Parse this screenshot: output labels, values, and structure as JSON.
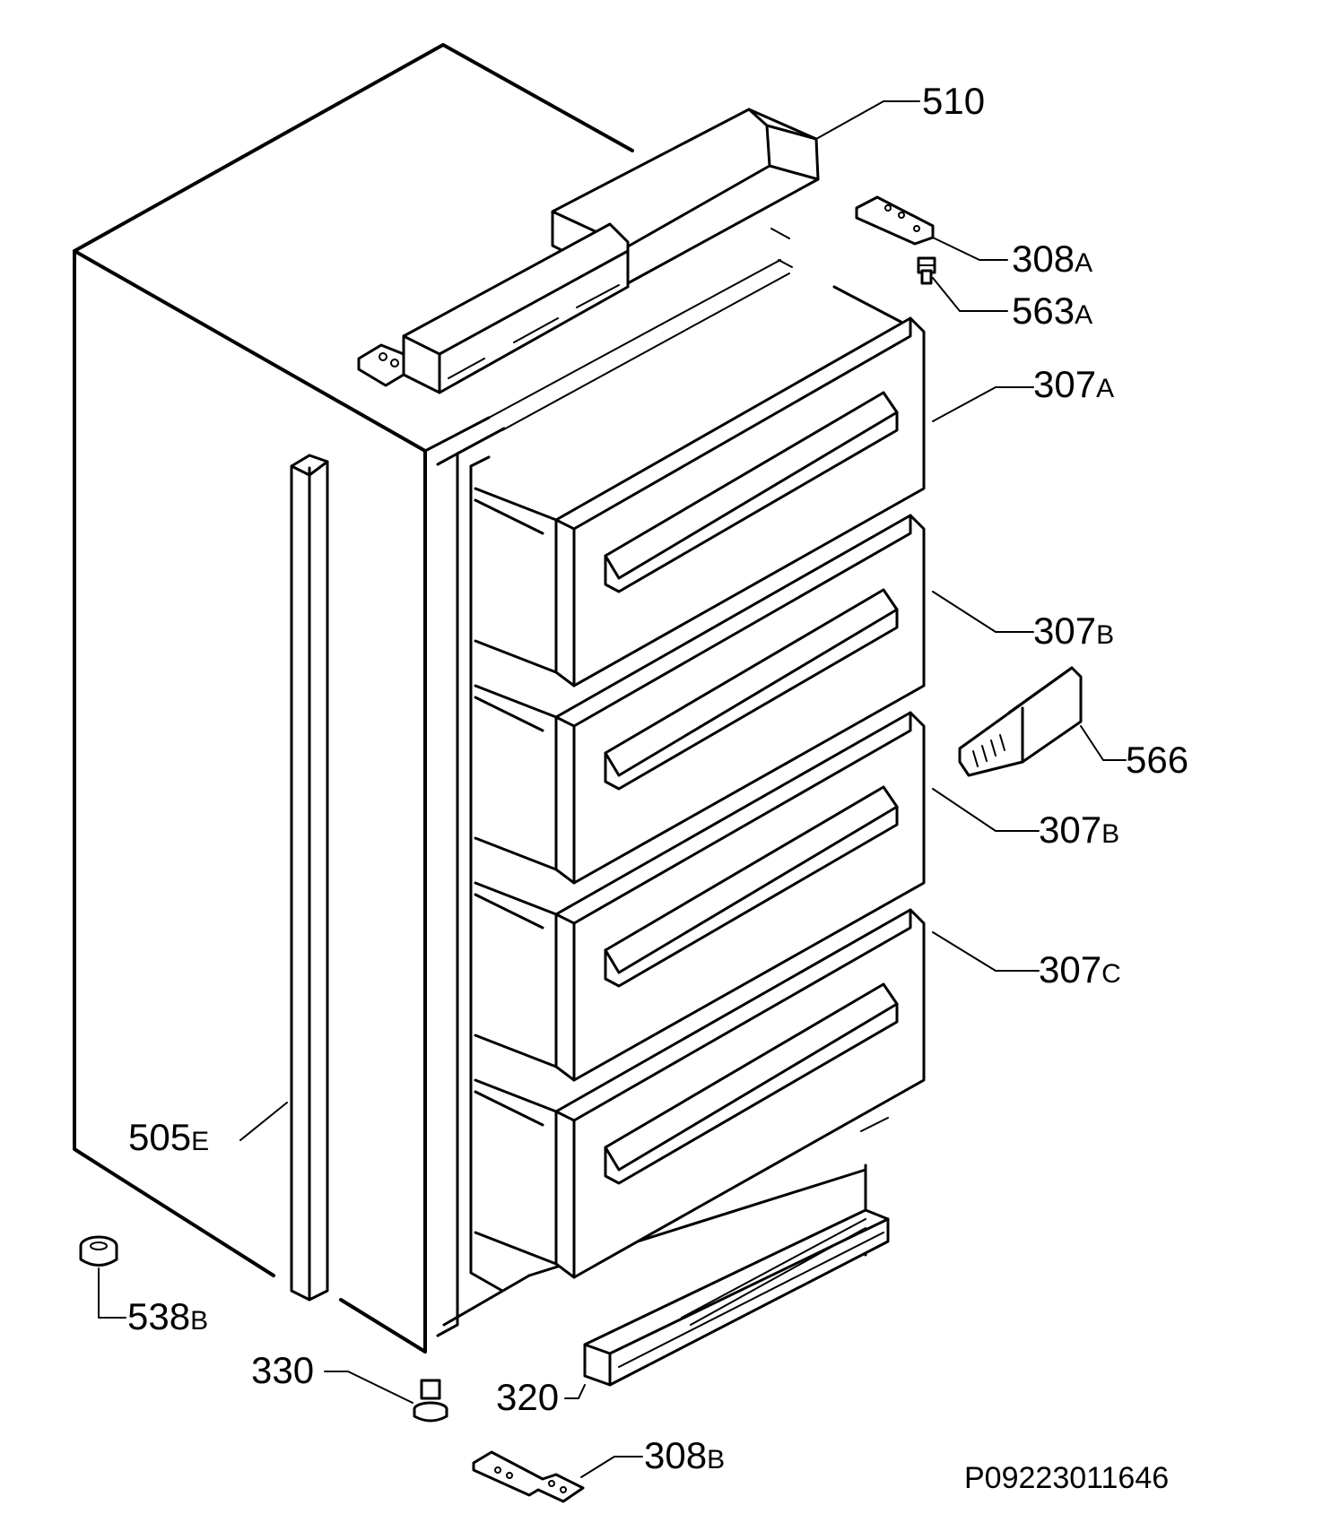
{
  "parts": [
    {
      "id": "part-510",
      "number": "510",
      "suffix": ""
    },
    {
      "id": "part-308a",
      "number": "308",
      "suffix": "A"
    },
    {
      "id": "part-563a",
      "number": "563",
      "suffix": "A"
    },
    {
      "id": "part-307a",
      "number": "307",
      "suffix": "A"
    },
    {
      "id": "part-307b-top",
      "number": "307",
      "suffix": "B"
    },
    {
      "id": "part-566",
      "number": "566",
      "suffix": ""
    },
    {
      "id": "part-307b-bottom",
      "number": "307",
      "suffix": "B"
    },
    {
      "id": "part-307c",
      "number": "307",
      "suffix": "C"
    },
    {
      "id": "part-505e",
      "number": "505",
      "suffix": "E"
    },
    {
      "id": "part-538b",
      "number": "538",
      "suffix": "B"
    },
    {
      "id": "part-330",
      "number": "330",
      "suffix": ""
    },
    {
      "id": "part-320",
      "number": "320",
      "suffix": ""
    },
    {
      "id": "part-308b",
      "number": "308",
      "suffix": "B"
    }
  ],
  "diagram_code": "P09223011646"
}
